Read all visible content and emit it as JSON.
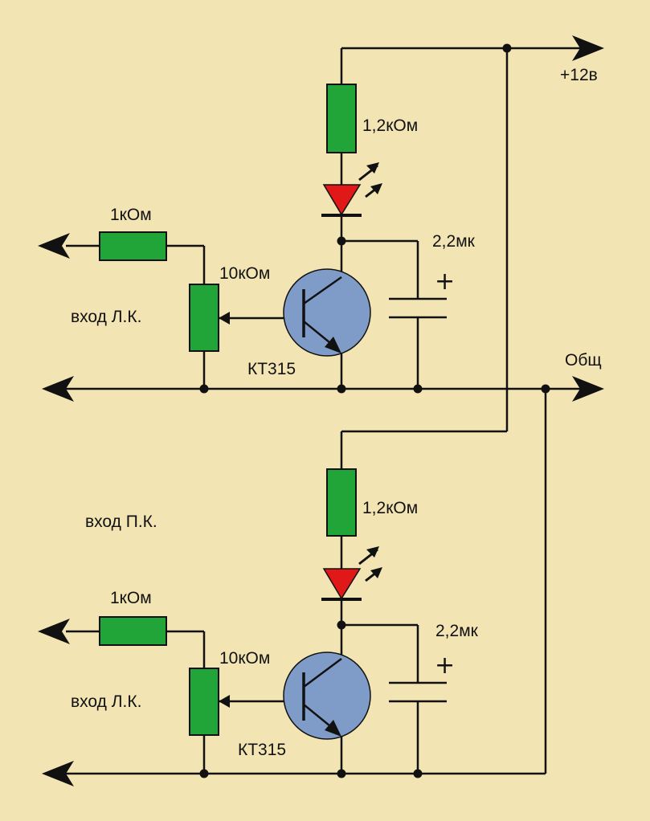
{
  "colors": {
    "background": "#f3e4b3",
    "wire": "#111111",
    "resistor": "#22a538",
    "led": "#e01818",
    "transistor": "#7f9cc9"
  },
  "labels": {
    "supply": "+12в",
    "common": "Общ",
    "right_input": "вход П.К."
  },
  "stage_top": {
    "r_input": "1кОм",
    "pot": "10кОм",
    "input": "вход Л.К.",
    "r_led": "1,2кОм",
    "cap": "2,2мк",
    "cap_plus": "+",
    "transistor": "КТ315"
  },
  "stage_bottom": {
    "r_input": "1кОм",
    "pot": "10кОм",
    "input": "вход Л.К.",
    "r_led": "1,2кОм",
    "cap": "2,2мк",
    "cap_plus": "+",
    "transistor": "КТ315"
  }
}
